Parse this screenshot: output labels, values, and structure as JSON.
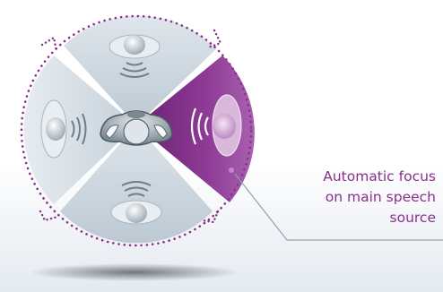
{
  "caption": {
    "lines": [
      "Automatic focus",
      "on main speech",
      "source"
    ]
  },
  "colors": {
    "accent": "#8b2f8f",
    "sector_grey": "#c9d3db",
    "sector_grey_light": "#dde4ea",
    "dots": "#8b2f8f",
    "leader_line": "#8fa3b1"
  },
  "diagram": {
    "sectors": [
      {
        "direction": "top",
        "state": "inactive"
      },
      {
        "direction": "right",
        "state": "active-focus"
      },
      {
        "direction": "bottom",
        "state": "inactive"
      },
      {
        "direction": "left",
        "state": "inactive"
      }
    ],
    "icons": [
      "person-head-icon",
      "sound-waves-icon",
      "hearing-aid-icon"
    ]
  }
}
